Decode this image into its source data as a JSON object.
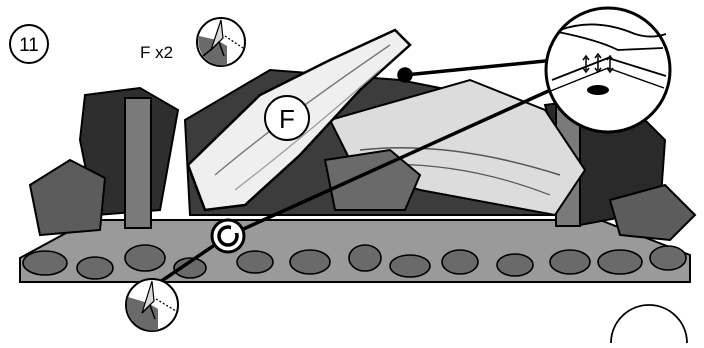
{
  "step": {
    "number": "11"
  },
  "instruction": {
    "text": "F x2"
  },
  "callout_label": "F",
  "icons": {
    "peel_adhesive": "peel-backing-icon",
    "press_detail": "press-down-detail-icon",
    "placement_marker": "placement-target-icon"
  },
  "colors": {
    "line": "#000000",
    "log_dark": "#3a3a3a",
    "log_mid": "#6e6e6e",
    "log_light": "#e6e6e6",
    "tray": "#8a8a8a",
    "icon_fill": "#6a6a6a",
    "icon_light": "#d9d9d9"
  }
}
